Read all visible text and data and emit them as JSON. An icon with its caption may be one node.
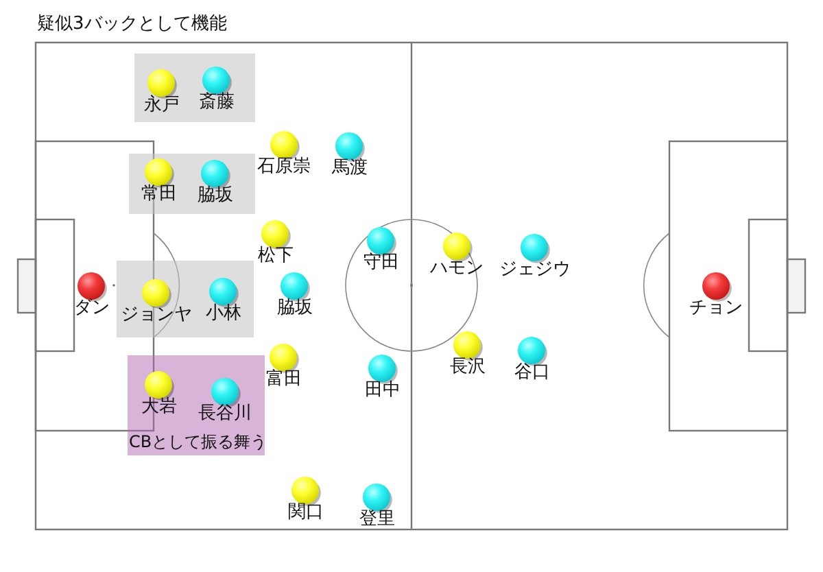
{
  "diagram": {
    "title": "疑似3バックとして機能",
    "nodes": [
      {
        "text": [],
        "shape": "box"
      },
      {
        "text": [
          "永戸"
        ],
        "in": 0
      },
      {
        "text": [
          "斎藤"
        ],
        "in": 0
      },
      {
        "text": [
          "石原崇"
        ]
      },
      {
        "text": [
          "馬渡"
        ]
      },
      {
        "text": [],
        "shape": "box"
      },
      {
        "text": [
          "常田"
        ],
        "in": 5
      },
      {
        "text": [
          "脇坂"
        ],
        "in": 5
      },
      {
        "text": [
          "松下"
        ]
      },
      {
        "text": [
          "守田"
        ]
      },
      {
        "text": [
          "ハモン"
        ]
      },
      {
        "text": [
          "ジェジウ"
        ]
      },
      {
        "text": [
          "ダン"
        ]
      },
      {
        "text": [],
        "shape": "box"
      },
      {
        "text": [
          "ジョンヤ"
        ],
        "in": 13
      },
      {
        "text": [
          "小林"
        ],
        "in": 13
      },
      {
        "text": [
          "脇坂"
        ]
      },
      {
        "text": [
          "チョン"
        ]
      },
      {
        "text": [
          "長沢"
        ]
      },
      {
        "text": [
          "谷口"
        ]
      },
      {
        "text": [
          "富田"
        ]
      },
      {
        "text": [
          "CBとして振る舞う"
        ]
      },
      {
        "text": [
          "大岩"
        ],
        "in": 21
      },
      {
        "text": [
          "長谷川"
        ],
        "in": 21
      },
      {
        "text": [
          "田中"
        ]
      },
      {
        "text": [
          "関口"
        ]
      },
      {
        "text": [
          "登里"
        ]
      }
    ]
  }
}
